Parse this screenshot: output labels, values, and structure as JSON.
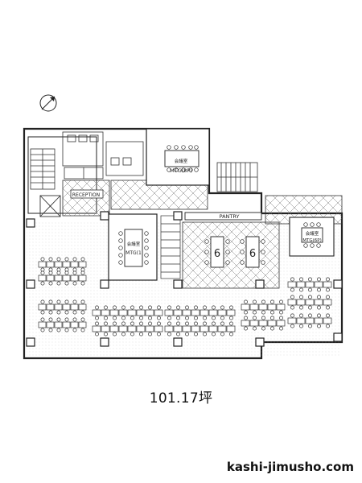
{
  "plan": {
    "area": "101.17坪",
    "site": "kashi-jimusho.com",
    "rooms": {
      "mtg_top_jp": "会議室",
      "mtg_top": "MTG(8P)",
      "reception": "RECEPTION",
      "mtg_center_jp": "会議室",
      "mtg_center": "MTG(1",
      "pantry": "PANTRY",
      "booth_1": "6",
      "booth_2": "6",
      "mtg_right_jp": "会議室",
      "mtg_right": "MTG(6P)"
    }
  }
}
